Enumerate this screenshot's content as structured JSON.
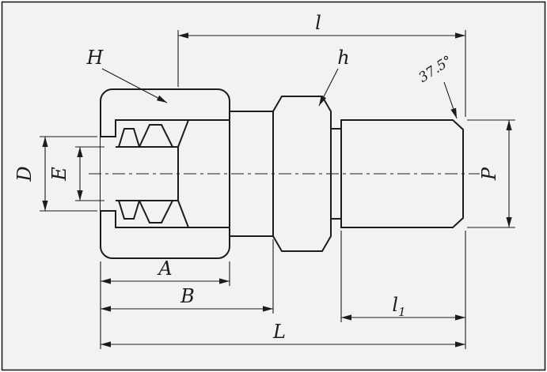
{
  "drawing": {
    "labels": {
      "nut": "H",
      "hex": "h",
      "body_length": "l",
      "chamfer_angle": "37.5°",
      "bore_diameter": "D",
      "inner_bore": "E",
      "thread_diameter": "P",
      "nut_length": "A",
      "to_hex_length": "B",
      "thread_length_main": "l",
      "thread_length_sub": "1",
      "overall_length": "L"
    },
    "colors": {
      "line": "#1c1c1c",
      "paper": "#f2f2f0",
      "nut_fill": "#d8d8d6",
      "nut_dot": "#8e8e8c"
    }
  }
}
